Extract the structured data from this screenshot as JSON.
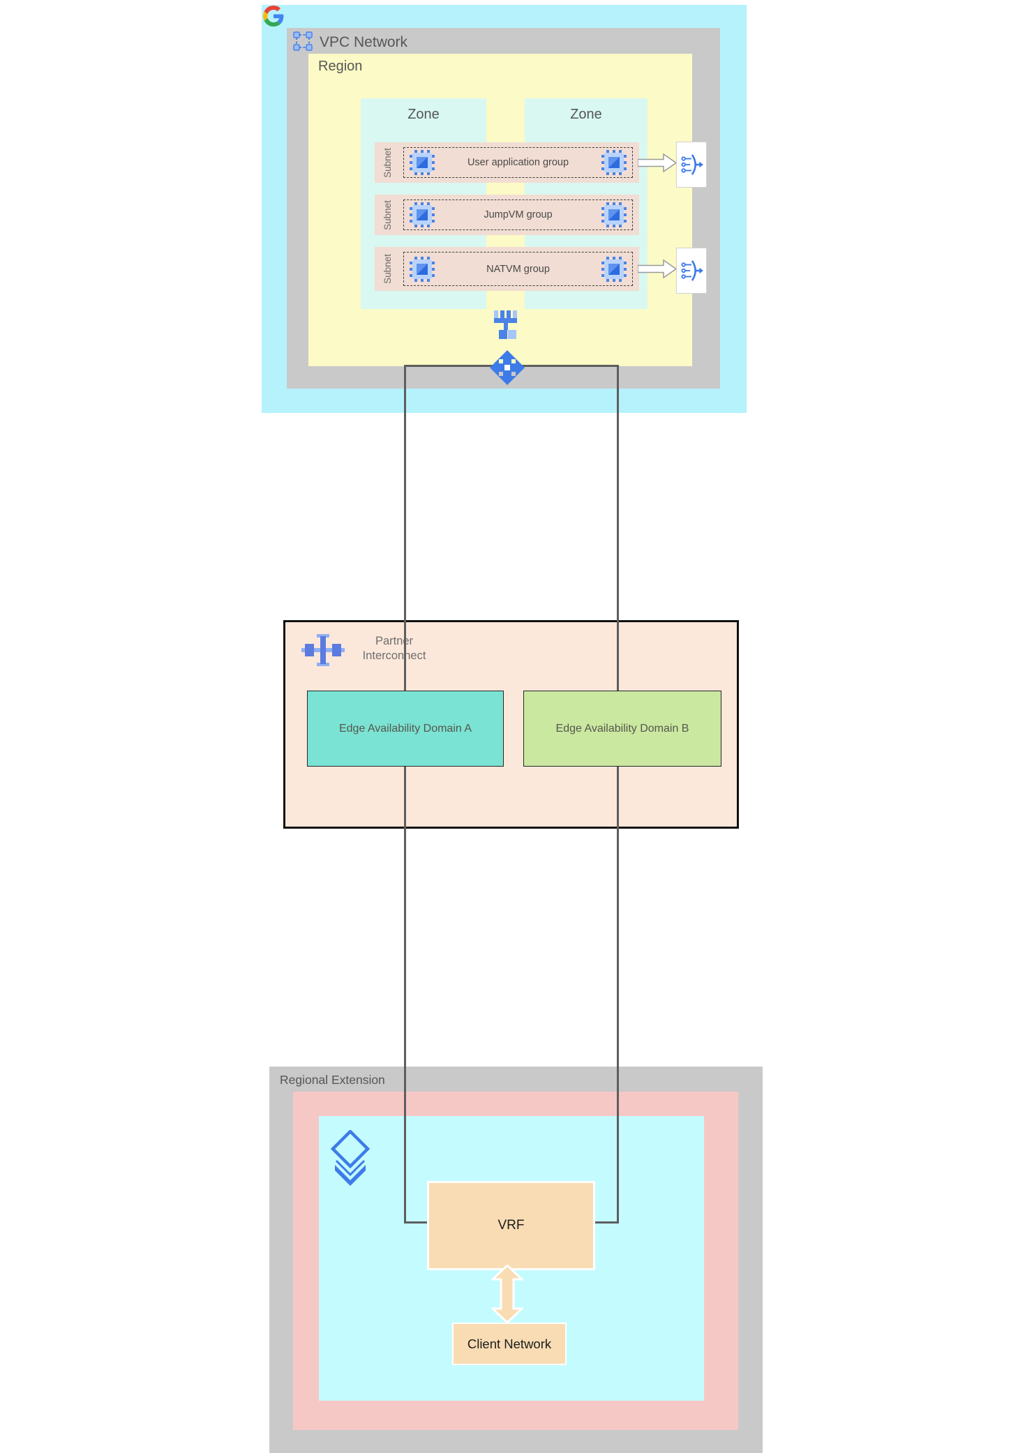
{
  "colors": {
    "vpc_outer_cyan": "#b6f2fc",
    "container_gray": "#c9c9c9",
    "region_yellow": "#fcfac6",
    "zone_mint": "#d9f8f2",
    "subnet_pink": "#f1ddd3",
    "interconnect_peach": "#fce8da",
    "edge_domain_a_teal": "#7be3d3",
    "edge_domain_b_green": "#cae8a0",
    "regional_pink": "#f6c8c5",
    "regional_cyan": "#c4fbff",
    "vrf_orange": "#f9dcb3",
    "icon_blue": "#3d7ce8",
    "connector_gray": "#5e5e5e"
  },
  "vpc": {
    "label": "VPC Network",
    "region": {
      "label": "Region",
      "zones": [
        {
          "label": "Zone"
        },
        {
          "label": "Zone"
        }
      ],
      "subnets": [
        {
          "side_label": "Subnet",
          "group_label": "User application group"
        },
        {
          "side_label": "Subnet",
          "group_label": "JumpVM group"
        },
        {
          "side_label": "Subnet",
          "group_label": "NATVM group"
        }
      ]
    }
  },
  "interconnect": {
    "label_line1": "Partner",
    "label_line2": "Interconnect",
    "domains": [
      {
        "label": "Edge Availability Domain A"
      },
      {
        "label": "Edge Availability Domain B"
      }
    ]
  },
  "regional_extension": {
    "label": "Regional Extension",
    "vrf_label": "VRF",
    "client_network_label": "Client Network"
  }
}
